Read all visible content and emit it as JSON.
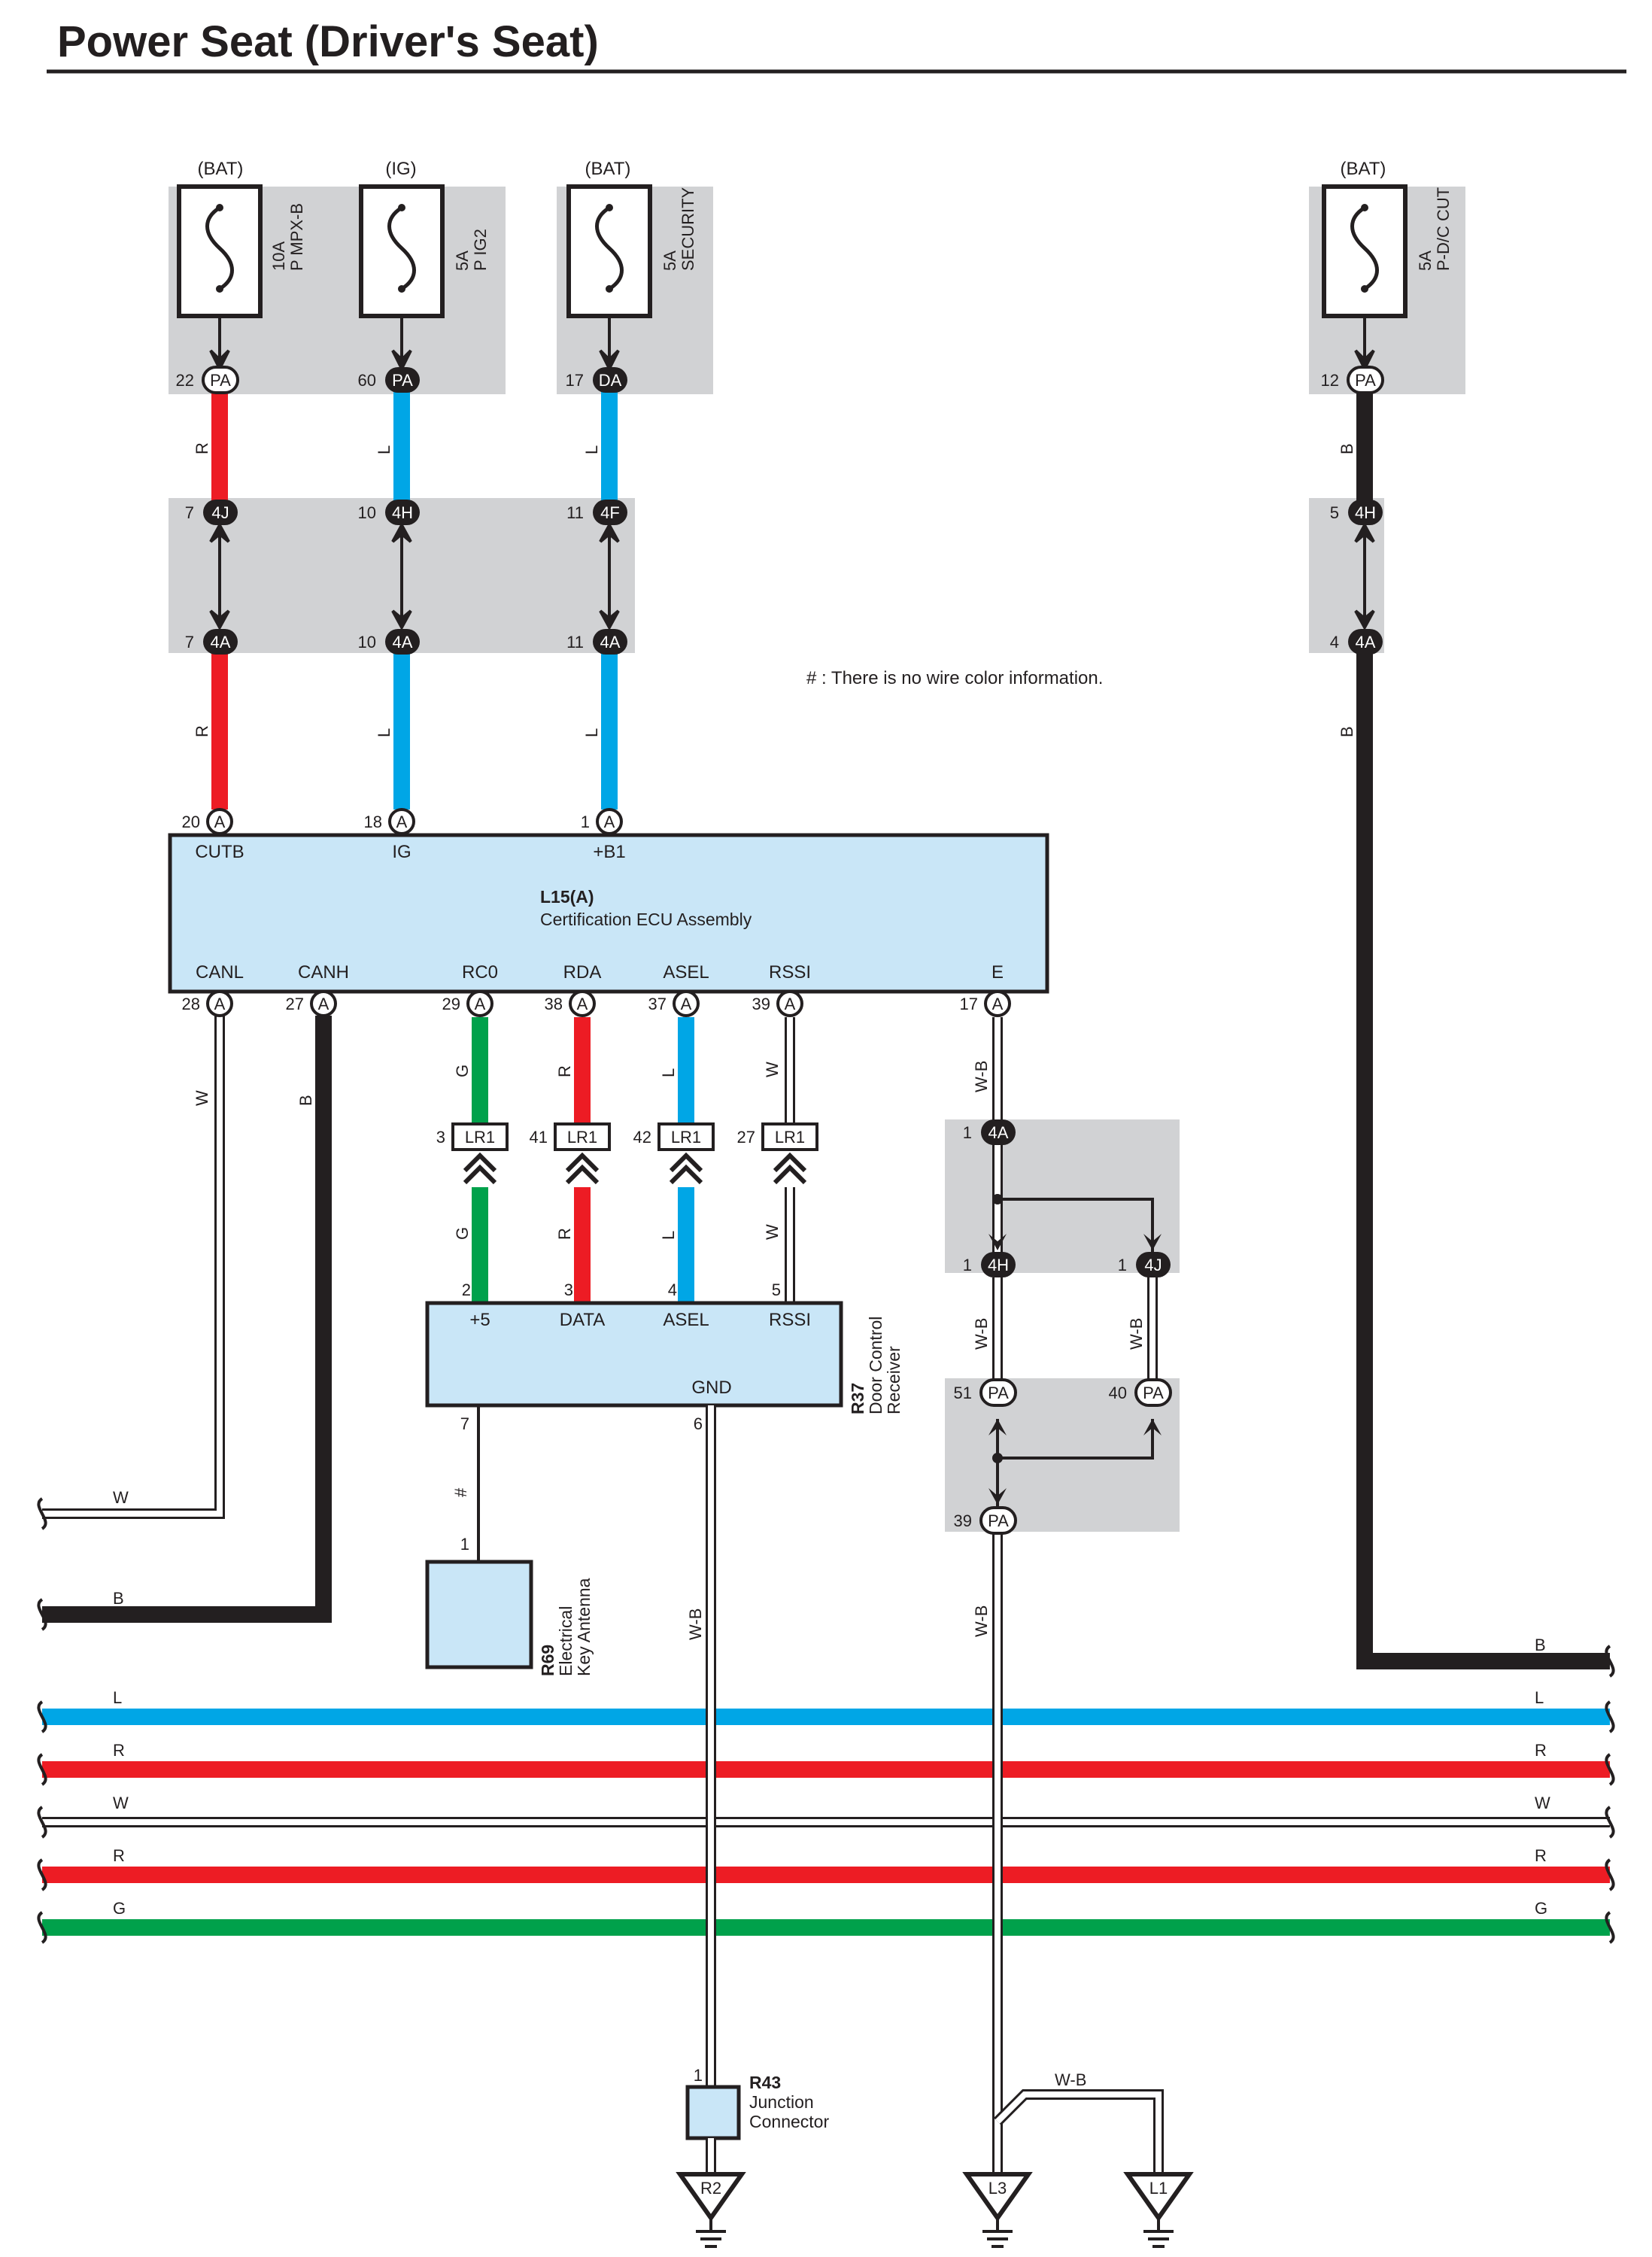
{
  "title": "Power Seat (Driver's Seat)",
  "note": "# : There is no wire color information.",
  "fuses": [
    {
      "id": "f1",
      "source": "(BAT)",
      "rating": "10A",
      "name": "P MPX-B",
      "conn": "PA",
      "pin": "22",
      "wire": "R"
    },
    {
      "id": "f2",
      "source": "(IG)",
      "rating": "5A",
      "name": "P IG2",
      "conn": "PA",
      "pin": "60",
      "wire": "L"
    },
    {
      "id": "f3",
      "source": "(BAT)",
      "rating": "5A",
      "name": "SECURITY",
      "conn": "DA",
      "pin": "17",
      "wire": "L"
    },
    {
      "id": "f4",
      "source": "(BAT)",
      "rating": "5A",
      "name": "P-D/C CUT",
      "conn": "PA",
      "pin": "12",
      "wire": "B"
    }
  ],
  "junction_row1": [
    {
      "conn": "4J",
      "pin": "7"
    },
    {
      "conn": "4H",
      "pin": "10"
    },
    {
      "conn": "4F",
      "pin": "11"
    },
    {
      "conn": "4H",
      "pin": "5"
    }
  ],
  "junction_row2": [
    {
      "conn": "4A",
      "pin": "7"
    },
    {
      "conn": "4A",
      "pin": "10"
    },
    {
      "conn": "4A",
      "pin": "11"
    },
    {
      "conn": "4A",
      "pin": "4"
    }
  ],
  "wire_labels_lower": [
    "R",
    "L",
    "L",
    "B"
  ],
  "ecu": {
    "code": "L15(A)",
    "name": "Certification ECU Assembly",
    "top_pins": [
      {
        "pin": "20",
        "conn": "A",
        "label": "CUTB"
      },
      {
        "pin": "18",
        "conn": "A",
        "label": "IG"
      },
      {
        "pin": "1",
        "conn": "A",
        "label": "+B1"
      }
    ],
    "bottom_pins": [
      {
        "pin": "28",
        "conn": "A",
        "label": "CANL",
        "wire": "W"
      },
      {
        "pin": "27",
        "conn": "A",
        "label": "CANH",
        "wire": "B"
      },
      {
        "pin": "29",
        "conn": "A",
        "label": "RC0",
        "wire": "G"
      },
      {
        "pin": "38",
        "conn": "A",
        "label": "RDA",
        "wire": "R"
      },
      {
        "pin": "37",
        "conn": "A",
        "label": "ASEL",
        "wire": "L"
      },
      {
        "pin": "39",
        "conn": "A",
        "label": "RSSI",
        "wire": "W"
      },
      {
        "pin": "17",
        "conn": "A",
        "label": "E",
        "wire": "W-B"
      }
    ]
  },
  "lr1": [
    {
      "pin": "3",
      "conn": "LR1",
      "wire": "G"
    },
    {
      "pin": "41",
      "conn": "LR1",
      "wire": "R"
    },
    {
      "pin": "42",
      "conn": "LR1",
      "wire": "L"
    },
    {
      "pin": "27",
      "conn": "LR1",
      "wire": "W"
    }
  ],
  "receiver": {
    "code": "R37",
    "name_line1": "Door Control",
    "name_line2": "Receiver",
    "pins": [
      {
        "pin": "2",
        "label": "+5"
      },
      {
        "pin": "3",
        "label": "DATA"
      },
      {
        "pin": "4",
        "label": "ASEL"
      },
      {
        "pin": "5",
        "label": "RSSI"
      }
    ],
    "gnd_pin": "6",
    "gnd_label": "GND",
    "ant_pin": "7",
    "ant_wire": "#",
    "gnd_wire": "W-B"
  },
  "antenna": {
    "code": "R69",
    "line1": "Electrical",
    "line2": "Key Antenna",
    "pin": "1"
  },
  "ground_tree": {
    "j1": {
      "pin": "1",
      "conn": "4A"
    },
    "j2": {
      "pin": "1",
      "conn": "4H"
    },
    "j3": {
      "pin": "1",
      "conn": "4J"
    },
    "p1": {
      "pin": "51",
      "conn": "PA"
    },
    "p2": {
      "pin": "40",
      "conn": "PA"
    },
    "p3": {
      "pin": "39",
      "conn": "PA"
    },
    "wire": "W-B",
    "wire_left": "W-B",
    "wire_right": "W-B",
    "wire_down": "W-B",
    "wire_l1": "W-B"
  },
  "junction_connector": {
    "code": "R43",
    "line1": "Junction",
    "line2": "Connector",
    "pin": "1"
  },
  "grounds": [
    "R2",
    "L3",
    "L1"
  ],
  "left_exits": [
    "W",
    "B"
  ],
  "right_exit": "B",
  "bus_wires": [
    {
      "label": "L",
      "color": "#00a6e6"
    },
    {
      "label": "R",
      "color": "#ed1c24"
    },
    {
      "label": "W",
      "color": "#ffffff"
    },
    {
      "label": "R",
      "color": "#ed1c24"
    },
    {
      "label": "G",
      "color": "#00a14b"
    }
  ],
  "colors": {
    "R": "#ed1c24",
    "L": "#00a6e6",
    "B": "#231f20",
    "G": "#00a14b",
    "W": "#ffffff",
    "shade": "#d1d2d4",
    "ecu": "#c9e6f7"
  }
}
